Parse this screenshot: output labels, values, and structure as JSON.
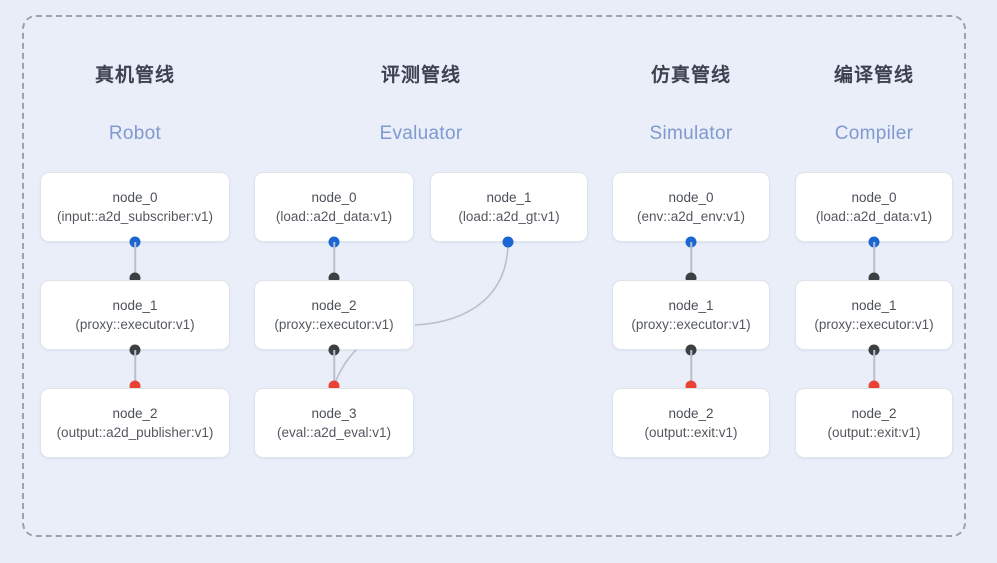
{
  "diagram": {
    "title_colors": {
      "background": "#e8edf8",
      "panel": "#e9eef9",
      "frame_border": "#9aa3b2",
      "title_text": "#3c4250",
      "subtitle_text": "#8099cf",
      "node_border": "#dfe3ea",
      "port_input": "#1a67d2",
      "port_middle": "#3c4043",
      "port_output": "#ea4335",
      "edge": "#b9c0cd"
    },
    "columns": [
      {
        "id": "robot",
        "title": "真机管线",
        "subtitle": "Robot",
        "nodes": [
          {
            "name": "node_0",
            "type": "(input::a2d_subscriber:v1)"
          },
          {
            "name": "node_1",
            "type": "(proxy::executor:v1)"
          },
          {
            "name": "node_2",
            "type": "(output::a2d_publisher:v1)"
          }
        ]
      },
      {
        "id": "evaluator",
        "title": "评测管线",
        "subtitle": "Evaluator",
        "nodes": [
          {
            "name": "node_0",
            "type": "(load::a2d_data:v1)"
          },
          {
            "name": "node_2",
            "type": "(proxy::executor:v1)"
          },
          {
            "name": "node_3",
            "type": "(eval::a2d_eval:v1)"
          }
        ],
        "side_nodes": [
          {
            "name": "node_1",
            "type": "(load::a2d_gt:v1)"
          }
        ]
      },
      {
        "id": "simulator",
        "title": "仿真管线",
        "subtitle": "Simulator",
        "nodes": [
          {
            "name": "node_0",
            "type": "(env::a2d_env:v1)"
          },
          {
            "name": "node_1",
            "type": "(proxy::executor:v1)"
          },
          {
            "name": "node_2",
            "type": "(output::exit:v1)"
          }
        ]
      },
      {
        "id": "compiler",
        "title": "编译管线",
        "subtitle": "Compiler",
        "nodes": [
          {
            "name": "node_0",
            "type": "(load::a2d_data:v1)"
          },
          {
            "name": "node_1",
            "type": "(proxy::executor:v1)"
          },
          {
            "name": "node_2",
            "type": "(output::exit:v1)"
          }
        ]
      }
    ]
  }
}
